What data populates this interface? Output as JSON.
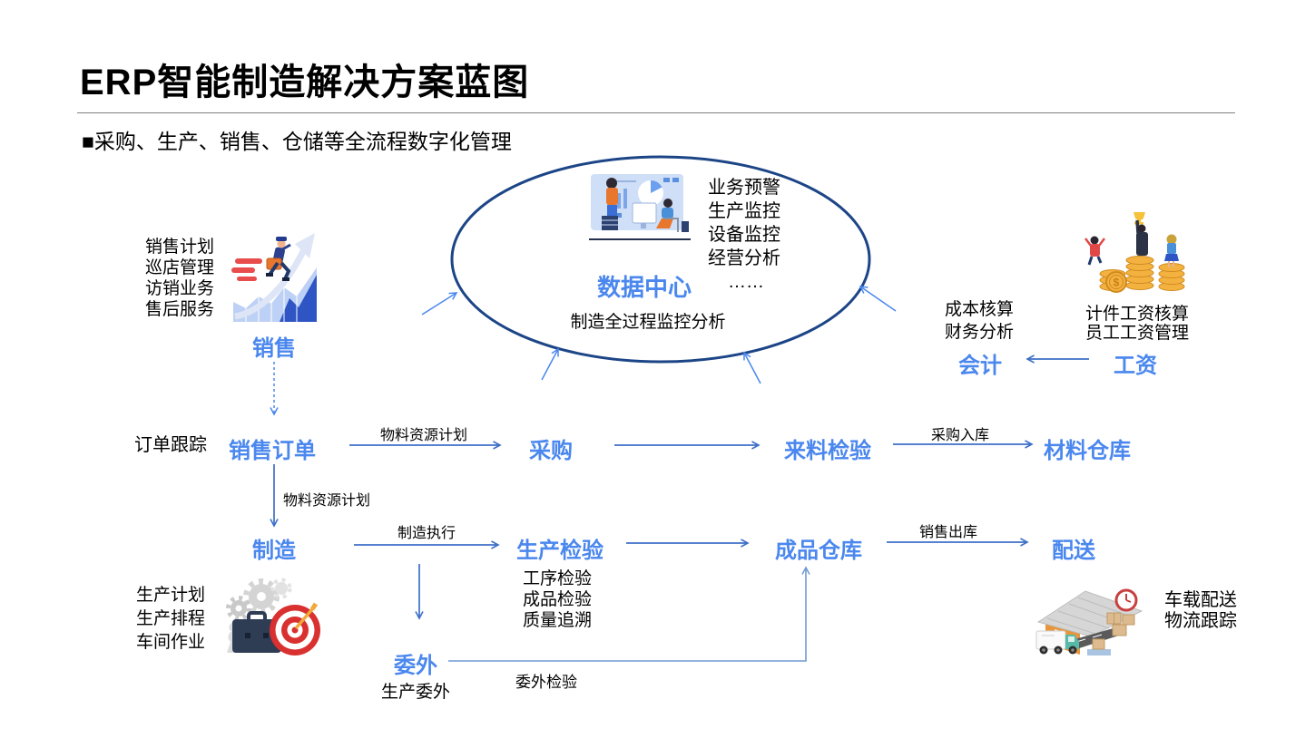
{
  "header": {
    "title": "ERP智能制造解决方案蓝图",
    "subtitle": "■采购、生产、销售、仓储等全流程数字化管理"
  },
  "colors": {
    "accent_blue": "#4a87ee",
    "ellipse_border": "#1c4587",
    "arrow_blue": "#3d6fc7",
    "arrow_steel": "#6f9ad0",
    "text_black": "#000000"
  },
  "data_center": {
    "label": "数据中心",
    "caption": "制造全过程监控分析",
    "features": [
      "业务预警",
      "生产监控",
      "设备监控",
      "经营分析",
      "……"
    ]
  },
  "sales": {
    "label": "销售",
    "features": [
      "销售计划",
      "巡店管理",
      "访销业务",
      "售后服务"
    ],
    "tracking_note": "订单跟踪"
  },
  "flow": {
    "sales_order": "销售订单",
    "procurement": "采购",
    "incoming_inspection": "来料检验",
    "material_warehouse": "材料仓库",
    "manufacturing": "制造",
    "production_inspection": "生产检验",
    "finished_warehouse": "成品仓库",
    "delivery": "配送",
    "outsourcing": "委外"
  },
  "flow_labels": {
    "material_resource_plan_1": "物料资源计划",
    "material_resource_plan_2": "物料资源计划",
    "purchase_inbound": "采购入库",
    "manufacturing_execution": "制造执行",
    "sales_outbound": "销售出库",
    "outsourcing_inspection": "委外检验"
  },
  "manufacturing": {
    "features": [
      "生产计划",
      "生产排程",
      "车间作业"
    ]
  },
  "production_inspection": {
    "features": [
      "工序检验",
      "成品检验",
      "质量追溯"
    ]
  },
  "outsourcing": {
    "note": "生产委外"
  },
  "accounting": {
    "label": "会计",
    "features": [
      "成本核算",
      "财务分析"
    ]
  },
  "payroll": {
    "label": "工资",
    "features": [
      "计件工资核算",
      "员工工资管理"
    ]
  },
  "logistics": {
    "features": [
      "车载配送",
      "物流跟踪"
    ]
  },
  "illustrations": {
    "coin_symbol": "$"
  }
}
